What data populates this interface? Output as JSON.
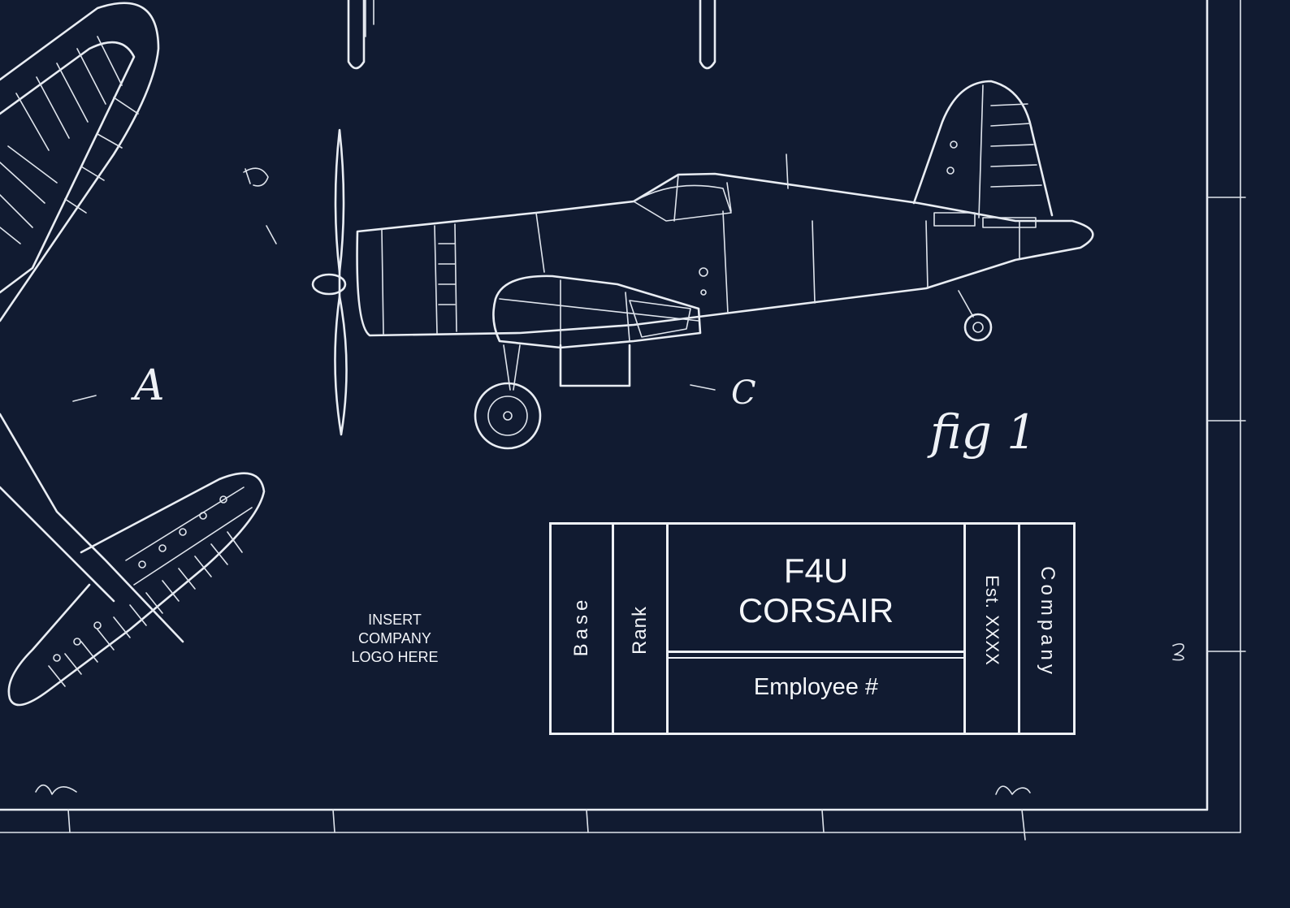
{
  "figure_label": "fig 1",
  "view_labels": {
    "a": "A",
    "c": "C",
    "d": "D"
  },
  "logo_placeholder": [
    "INSERT",
    "COMPANY",
    "LOGO HERE"
  ],
  "title_block": {
    "base": "Base",
    "rank": "Rank",
    "title_line1": "F4U",
    "title_line2": "CORSAIR",
    "employee": "Employee #",
    "established": "Est. XXXX",
    "company": "Company"
  },
  "colors": {
    "background": "#111b31",
    "line": "#e9edf3"
  }
}
